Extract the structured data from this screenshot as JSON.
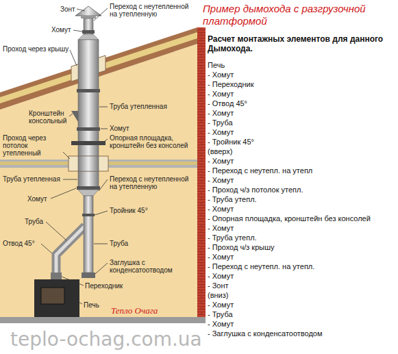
{
  "diagram": {
    "title": "Пример дымохода с разгрузочной платформой",
    "labels": [
      "Зонт",
      "Переход с неутепленной на утепленную",
      "Хомут",
      "Проход через крышу",
      "Кронштейн консольный",
      "Труба утепленная",
      "Хомут",
      "Проход через потолок утепленный",
      "Опорная площадка, кронштейн без консолей",
      "Труба утепленная",
      "Переход с неутепленной на утепленную",
      "Хомут",
      "Тройник 45°",
      "Труба",
      "Отвод 45°",
      "Труба",
      "Заглушка с конденсатоотводом",
      "Переходник",
      "Печь",
      "Тепло Очага",
      "teplo-ochag.com.ua",
      "Расчет монтажных элементов для данного Дымохода.",
      "Печь",
      "- Хомут",
      "- Переходник",
      "- Хомут",
      "- Отвод 45°",
      "- Хомут",
      "- Труба",
      "- Хомут",
      "- Тройник 45°",
      "(вверх)",
      "- Хомут",
      "- Переход с неутепл. на утепл",
      "- Хомут",
      "- Проход ч/з потолок утепл.",
      "- Труба утепл.",
      "- Хомут",
      "- Опорная площадка, кронштейн без консолей",
      "- Хомут",
      "- Труба утепл.",
      "- Проход ч/з крышу",
      "- Хомут",
      "- Переход с неутепл. на утепл.",
      "- Хомут",
      "- Зонт",
      "(вниз)",
      "- Хомут",
      "- Труба",
      "- Хомут",
      "- Заглушка с конденсатоотводом"
    ]
  }
}
